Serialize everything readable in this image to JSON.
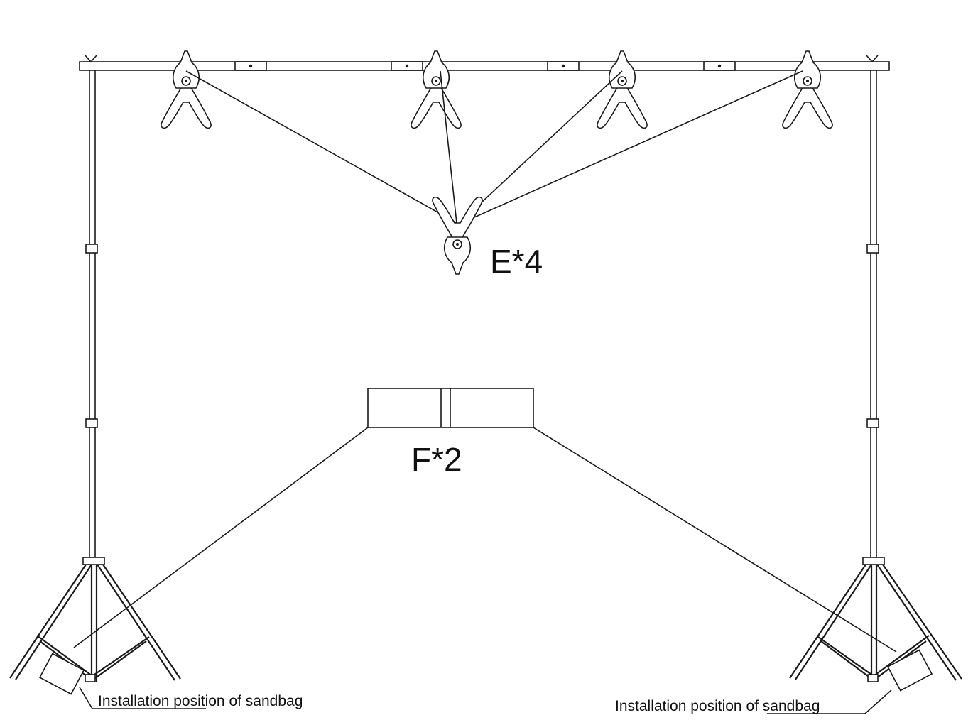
{
  "labels": {
    "clip_count": "E*4",
    "sandbag_count": "F*2",
    "sandbag_position_left": "Installation position of sandbag",
    "sandbag_position_right": "Installation position of sandbag"
  },
  "colors": {
    "line": "#1a1a1a",
    "background": "#ffffff"
  }
}
